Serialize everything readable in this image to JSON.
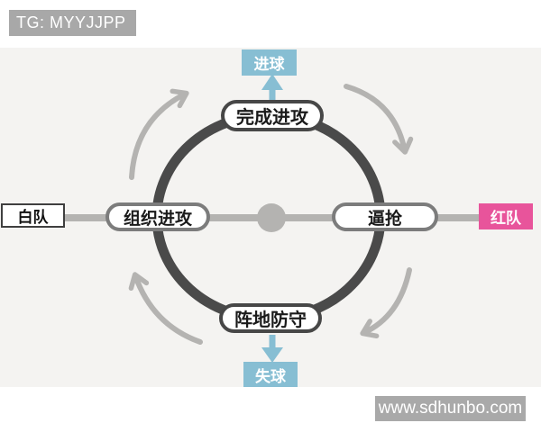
{
  "watermark": {
    "text": "TG: MYYJJPP"
  },
  "website": {
    "text": "www.sdhunbo.com"
  },
  "cycle": {
    "outcome_top": "进球",
    "stage_top": "完成进攻",
    "team_left": "白队",
    "stage_left": "组织进攻",
    "stage_right": "逼抢",
    "team_right": "红队",
    "stage_bottom": "阵地防守",
    "outcome_bottom": "失球",
    "direction": "clockwise"
  },
  "colors": {
    "accent_cyan": "#87bed3",
    "accent_pink": "#e8549b",
    "ring_dark": "#4a4a4a",
    "connector_gray": "#b4b3b1",
    "watermark_gray": "#a8a8a8",
    "diagram_bg": "#f4f3f1"
  }
}
